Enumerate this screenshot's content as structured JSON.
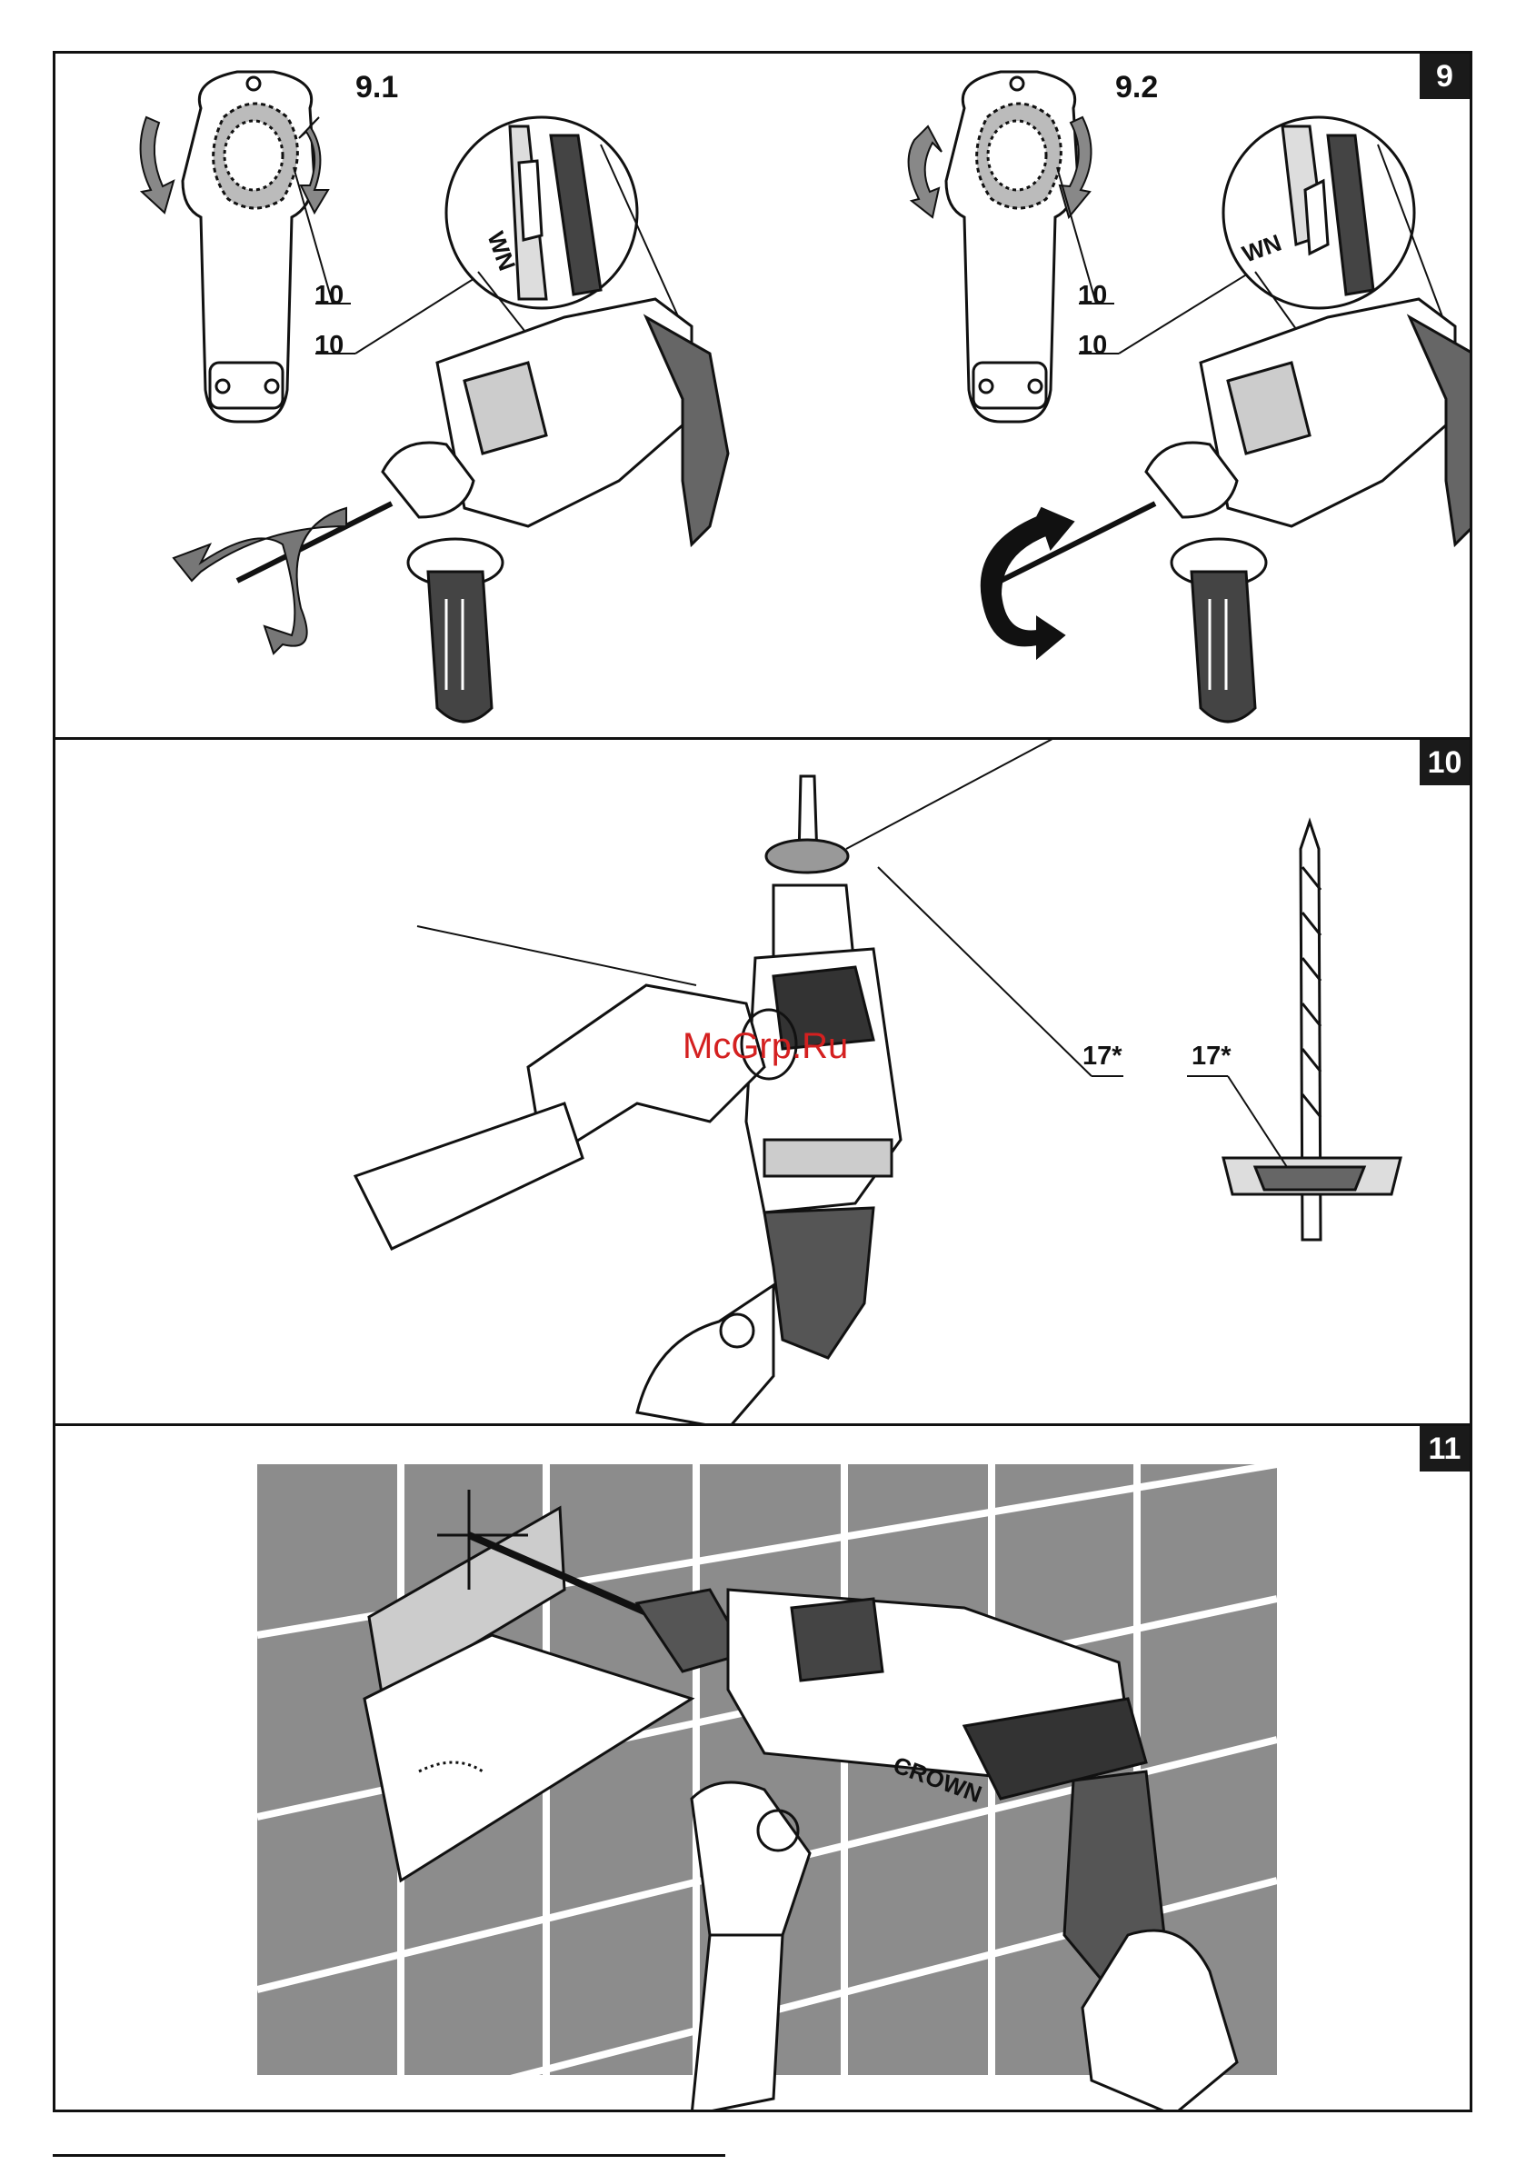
{
  "figures": {
    "fig9": {
      "number": "9",
      "sub_a": "9.1",
      "sub_b": "9.2",
      "callouts_a": [
        "10",
        "10"
      ],
      "callouts_b": [
        "10",
        "10"
      ],
      "brand_text": "CROWN"
    },
    "fig10": {
      "number": "10",
      "callout_1": "17*",
      "callout_2": "17*"
    },
    "fig11": {
      "number": "11",
      "brand_text": "CROWN"
    }
  },
  "watermark": "McGrp.Ru",
  "colors": {
    "ink": "#111111",
    "badge": "#1a1a1a",
    "tile": "#8c8c8c",
    "grout": "#ffffff",
    "grip": "#555555",
    "watermark": "#d42020"
  }
}
